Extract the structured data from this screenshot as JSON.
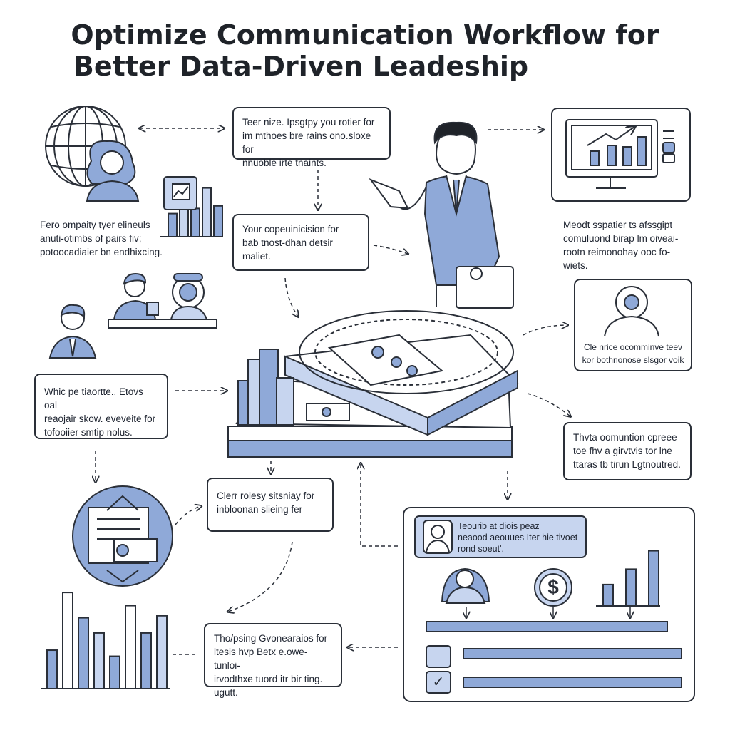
{
  "title": {
    "line1": "Optimize Communication Workflow for",
    "line2": "Better Data-Driven Leadeship"
  },
  "notes": {
    "top_center": [
      "Teer nize. Ipsgtpy you rotier for",
      "im mthoes bre rains ono.sloxe for",
      "nnuoble irte thaints."
    ],
    "top_left": [
      "Fero ompaity tyer elineuls",
      "anuti-otimbs of pairs fiv;",
      "potoocadiaier bn endhixcing."
    ],
    "mid_center": [
      "Your copeuinicision for",
      "bab tnost-dhan detsir",
      "maliet."
    ],
    "top_right": [
      "Meodt sspatier ts afssgipt",
      "comuluond birap lm oiveai-",
      "rootn reimonohay ooc fo-",
      "wiets."
    ],
    "right_card": [
      "Cle nrice ocomminve teev",
      "kor bothnonose slsgor voik"
    ],
    "left_box": [
      "Whic pe tiaortte.. Etovs oal",
      "reaojair skow. eveveite for",
      "tofooiier smtip nolus."
    ],
    "right_box": [
      "Thvta oomuntion cpreee",
      "toe fhv a girvtvis tor lne",
      "ttaras tb tirun Lgtnoutred."
    ],
    "center_box": [
      "Clerr rolesy sitsniay for",
      "inbloonan slieing fer"
    ],
    "bottom_box": [
      "Tho/psing Gvonearaios for",
      "ltesis hvp Betx e.owe-tunloi-",
      "irvodthxe tuord itr bir ting.",
      "ugutt."
    ],
    "dash_callout": [
      "Teourib at diois peaz",
      "neaood aeouues Iter hie tivoet",
      "rond soeut'."
    ]
  },
  "icons": {
    "globe": "globe-icon",
    "dollar": "dollar-coin-icon",
    "check": "checkmark-icon",
    "tools": "tools-icon"
  },
  "glyphs": {
    "dollar": "$",
    "check": "✓"
  },
  "colors": {
    "accent": "#8fa9d8",
    "accent_light": "#c7d5ef",
    "stroke": "#2a2f38"
  },
  "charts": {
    "left_small_bars": [
      0.45,
      0.72,
      0.55,
      0.95,
      0.6
    ],
    "bottom_left_bars": [
      0.38,
      0.95,
      0.7,
      0.55,
      0.32,
      0.82,
      0.55,
      0.72
    ],
    "dashboard_bars": [
      0.35,
      0.6,
      0.9
    ]
  }
}
